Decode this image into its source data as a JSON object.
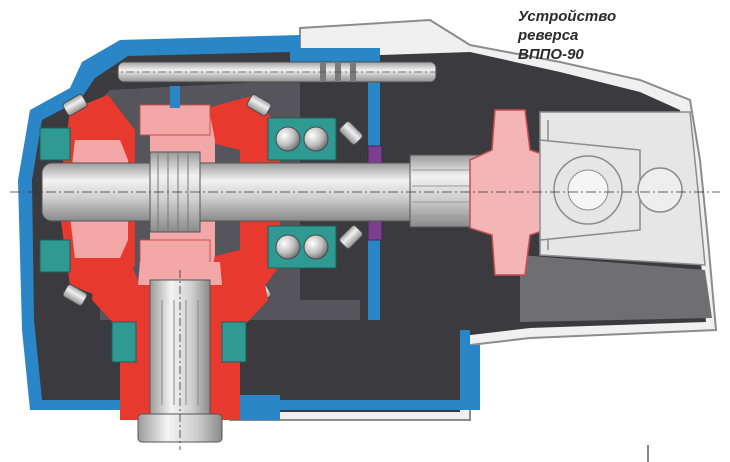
{
  "title": {
    "lines": [
      "Устройство",
      "реверса",
      "ВППО-90"
    ]
  },
  "colors": {
    "housing_blue": "#2a86c6",
    "housing_dark": "#3a3a3f",
    "housing_gray": "#6e6e73",
    "gear_red": "#e8392f",
    "gear_pink": "#f4a7a7",
    "bearing_teal": "#2f9a92",
    "seal_purple": "#7a3f8f",
    "shaft_light": "#d9d9d9",
    "flange_pink": "#f3b5b5",
    "yoke_light": "#e6e6e6"
  }
}
